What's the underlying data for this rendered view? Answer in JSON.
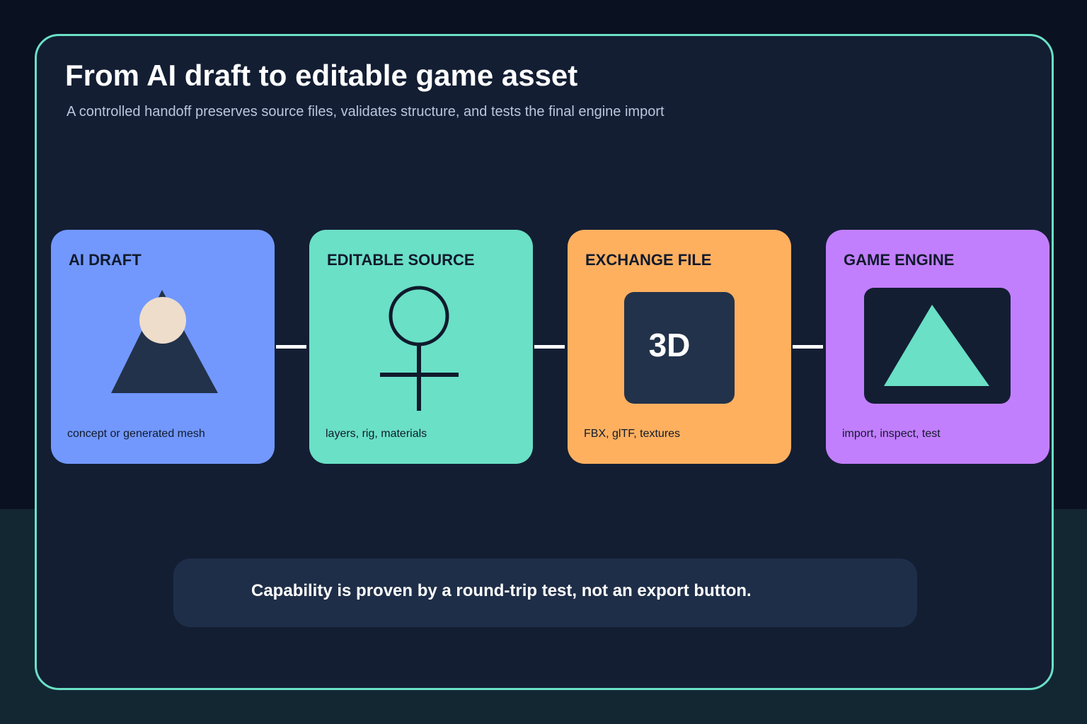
{
  "header": {
    "title": "From AI draft to editable game asset",
    "subtitle": "A controlled handoff preserves source files, validates structure, and tests the final engine import"
  },
  "stages": [
    {
      "title": "AI DRAFT",
      "caption": "concept or generated mesh",
      "color": "#7298fe",
      "icon": "mountain-with-sun-icon"
    },
    {
      "title": "EDITABLE SOURCE",
      "caption": "layers, rig, materials",
      "color": "#6ae0c6",
      "icon": "stick-figure-rig-icon"
    },
    {
      "title": "EXCHANGE FILE",
      "caption": "FBX, glTF, textures",
      "color": "#ffb05f",
      "icon": "3d-file-icon",
      "badge": "3D"
    },
    {
      "title": "GAME ENGINE",
      "caption": "import, inspect, test",
      "color": "#c27ffd",
      "icon": "engine-viewport-icon"
    }
  ],
  "note": {
    "text": "Capability is proven by a round-trip test, not an export button."
  },
  "colors": {
    "frame_border": "#6ae0c6",
    "frame_fill": "#131e33",
    "page_background": "#0a1120",
    "icon_dark": "#22324a",
    "accent_mint": "#6ae0c6",
    "sun": "#eeddca"
  }
}
